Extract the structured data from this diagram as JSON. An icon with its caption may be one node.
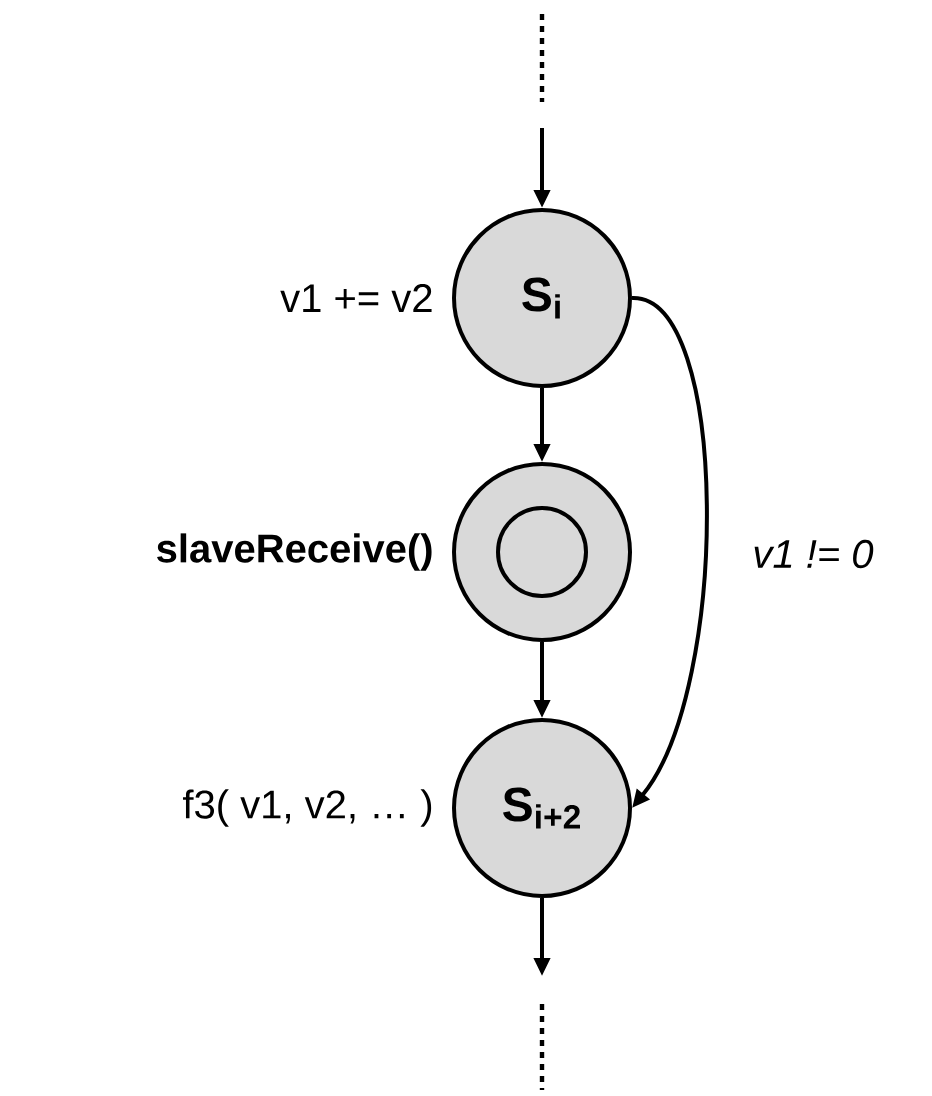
{
  "diagram": {
    "nodes": [
      {
        "text": [
          "S$_{i}$"
        ],
        "beside": [
          "v1 += v2"
        ]
      },
      {
        "text": [],
        "shape": "circle",
        "beside": [
          "slaveReceive()"
        ]
      },
      {
        "text": [
          "S$_{i+2}$"
        ],
        "beside": [
          "f3( v1, v2, … )"
        ]
      }
    ],
    "edges": [
      {
        "from": null,
        "to": 0,
        "arrow": "to"
      },
      {
        "from": 0,
        "to": 1,
        "arrow": "to"
      },
      {
        "from": 1,
        "to": 2,
        "arrow": "to"
      },
      {
        "from": 0,
        "to": 2,
        "arrow": "to",
        "label": "v1 != 0"
      },
      {
        "from": 2,
        "to": null,
        "arrow": "to"
      }
    ]
  }
}
